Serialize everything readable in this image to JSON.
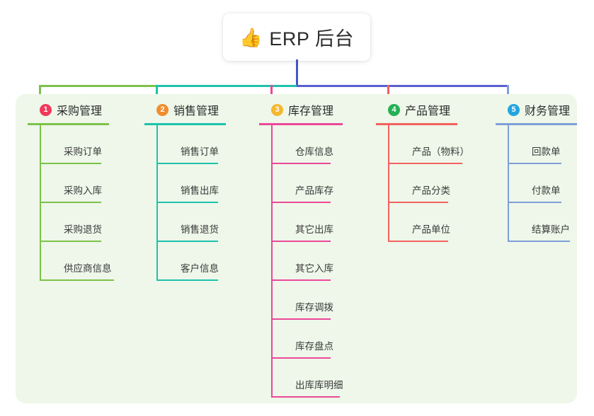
{
  "root": {
    "icon": "thumbs-up-emoji",
    "emoji": "👍",
    "title": "ERP 后台"
  },
  "colors": {
    "panel_bg": "#eef7e9",
    "root_connector": "#4458c0",
    "trunk_left": "#18c39a",
    "trunk_right": "#5a5fd0",
    "col1": "#7cc24a",
    "col2": "#1ec2ac",
    "col3": "#ec4899",
    "col4": "#f4615f",
    "col5": "#7e9fd8",
    "badge1": "#f0395b",
    "badge2": "#f08d2e",
    "badge3": "#f6b countries"
  },
  "columns": [
    {
      "index": "1",
      "badge_color": "#f0395b",
      "line_color": "#7cc24a",
      "title": "采购管理",
      "underline_width": 115,
      "items": [
        {
          "label": "采购订单",
          "underline_width": 87
        },
        {
          "label": "采购入库",
          "underline_width": 87
        },
        {
          "label": "采购退货",
          "underline_width": 87
        },
        {
          "label": "供应商信息",
          "underline_width": 105
        }
      ]
    },
    {
      "index": "2",
      "badge_color": "#f08d2e",
      "line_color": "#1ec2ac",
      "title": "销售管理",
      "underline_width": 115,
      "items": [
        {
          "label": "销售订单",
          "underline_width": 87
        },
        {
          "label": "销售出库",
          "underline_width": 87
        },
        {
          "label": "销售退货",
          "underline_width": 87
        },
        {
          "label": "客户信息",
          "underline_width": 87
        }
      ]
    },
    {
      "index": "3",
      "badge_color": "#f5b731",
      "line_color": "#ec4899",
      "title": "库存管理",
      "underline_width": 118,
      "items": [
        {
          "label": "仓库信息",
          "underline_width": 84
        },
        {
          "label": "产品库存",
          "underline_width": 84
        },
        {
          "label": "其它出库",
          "underline_width": 84
        },
        {
          "label": "其它入库",
          "underline_width": 84
        },
        {
          "label": "库存调拨",
          "underline_width": 84
        },
        {
          "label": "库存盘点",
          "underline_width": 84
        },
        {
          "label": "出库库明细",
          "underline_width": 97
        }
      ]
    },
    {
      "index": "4",
      "badge_color": "#24b153",
      "line_color": "#f4615f",
      "title": "产品管理",
      "underline_width": 115,
      "items": [
        {
          "label": "产品（物料）",
          "underline_width": 105
        },
        {
          "label": "产品分类",
          "underline_width": 85
        },
        {
          "label": "产品单位",
          "underline_width": 85
        }
      ]
    },
    {
      "index": "5",
      "badge_color": "#22a5e0",
      "line_color": "#7e9fd8",
      "title": "财务管理",
      "underline_width": 115,
      "items": [
        {
          "label": "回款单",
          "underline_width": 76
        },
        {
          "label": "付款单",
          "underline_width": 76
        },
        {
          "label": "结算账户",
          "underline_width": 88
        }
      ]
    }
  ]
}
